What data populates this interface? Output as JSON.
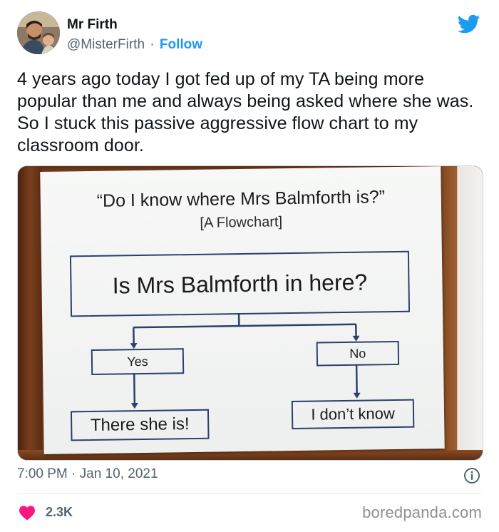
{
  "author": {
    "name": "Mr Firth",
    "handle": "@MisterFirth",
    "separator": "·",
    "follow_label": "Follow"
  },
  "tweet": {
    "text": "4 years ago today I got fed up of my TA being more popular than me and always being asked where she was. So I stuck this passive aggressive flow chart to my classroom door."
  },
  "photo": {
    "title": "“Do I know where Mrs Balmforth is?”",
    "subtitle": "[A Flowchart]",
    "question": "Is Mrs Balmforth in here?",
    "yes": "Yes",
    "no": "No",
    "yes_result": "There she is!",
    "no_result": "I don’t know"
  },
  "meta": {
    "timestamp": "7:00 PM · Jan 10, 2021"
  },
  "footer": {
    "likes": "2.3K",
    "watermark": "boredpanda.com"
  },
  "colors": {
    "twitter_blue": "#1d9bf0",
    "heart": "#f91880",
    "flow_ink": "#2d3f6b"
  }
}
